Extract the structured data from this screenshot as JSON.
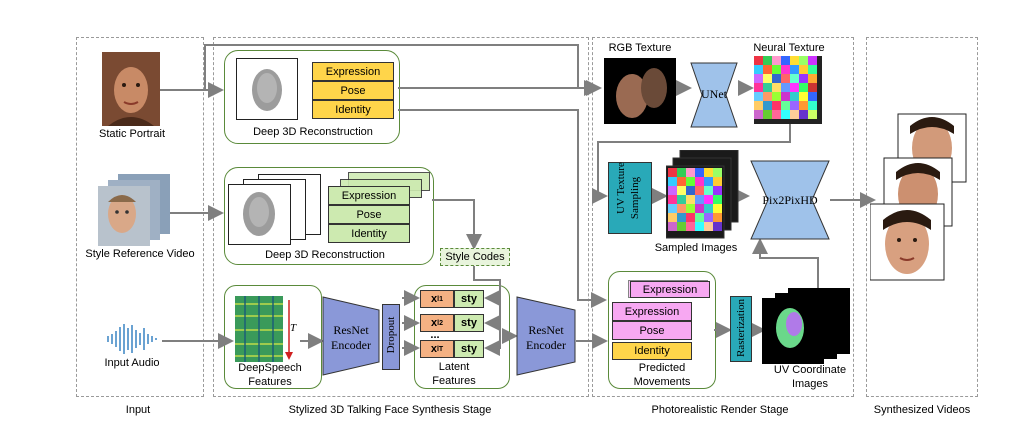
{
  "stages": {
    "input": "Input",
    "synthesis": "Stylized 3D Talking Face Synthesis Stage",
    "render": "Photorealistic Render Stage",
    "output": "Synthesized Videos"
  },
  "inputs": {
    "static_portrait": "Static Portrait",
    "style_video": "Style Reference Video",
    "audio": "Input Audio"
  },
  "recon": {
    "label": "Deep 3D Reconstruction",
    "expression": "Expression",
    "pose": "Pose",
    "identity": "Identity"
  },
  "style_codes": "Style Codes",
  "deepspeech": {
    "label_line1": "DeepSpeech",
    "label_line2": "Features",
    "T": "T"
  },
  "resnet": {
    "line1": "ResNet",
    "line2": "Encoder"
  },
  "dropout": "Dropout",
  "latent": {
    "label_line1": "Latent",
    "label_line2": "Features",
    "x1": "x",
    "x1_sub": "l",
    "x1_sup": "1",
    "x2": "x",
    "x2_sub": "l",
    "x2_sup": "2",
    "xT": "x",
    "xT_sub": "l",
    "xT_sup": "T",
    "dots": "...",
    "sty": "sty"
  },
  "predicted": {
    "label_line1": "Predicted",
    "label_line2": "Movements",
    "expression": "Expression",
    "pose": "Pose",
    "identity": "Identity"
  },
  "render": {
    "rgb_texture": "RGB Texture",
    "unet": "UNet",
    "neural_texture": "Neural Texture",
    "uv_sampling_line1": "UV Texture",
    "uv_sampling_line2": "Sampling",
    "sampled_images": "Sampled Images",
    "pix2pix": "Pix2PixHD",
    "rasterization": "Rasterization",
    "uv_images_line1": "UV Coordinate",
    "uv_images_line2": "Images"
  },
  "colors": {
    "accent_blue": "#9fc2ea",
    "accent_teal": "#29a9b8",
    "yellow": "#ffd54a",
    "green": "#cdeab0",
    "pink": "#f7a8f2",
    "resnet_fill": "#8a98d8",
    "orange": "#f4b183"
  }
}
